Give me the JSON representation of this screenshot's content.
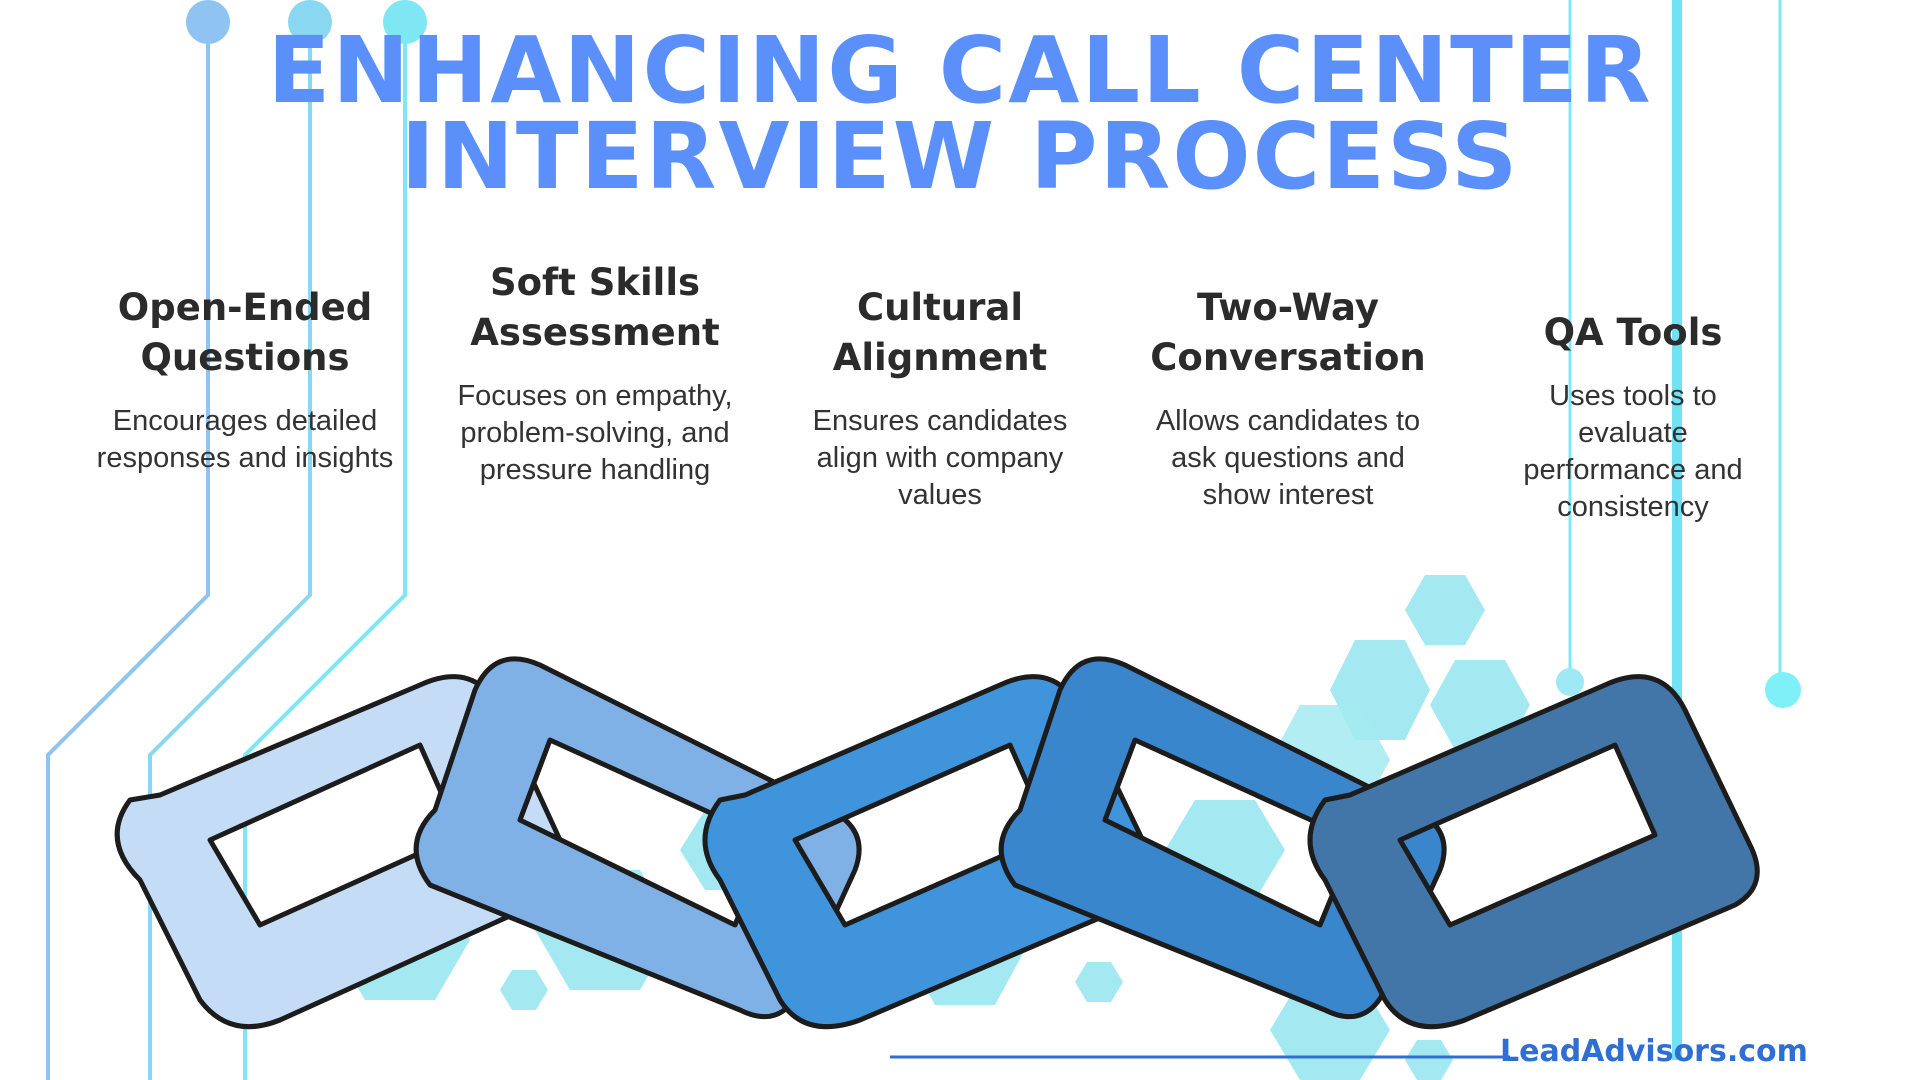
{
  "title": {
    "line1": "ENHANCING CALL CENTER",
    "line2": "INTERVIEW PROCESS"
  },
  "steps": [
    {
      "title": "Open-Ended Questions",
      "desc": "Encourages detailed responses and insights",
      "color": "#c5dcf7"
    },
    {
      "title": "Soft Skills Assessment",
      "desc": "Focuses on empathy, problem-solving, and pressure handling",
      "color": "#7fb1e6"
    },
    {
      "title": "Cultural Alignment",
      "desc": "Ensures candidates align with company values",
      "color": "#3f94dc"
    },
    {
      "title": "Two-Way Conversation",
      "desc": "Allows candidates to ask questions and show interest",
      "color": "#3a86cc"
    },
    {
      "title": "QA Tools",
      "desc": "Uses tools to evaluate performance and consistency",
      "color": "#4376a8"
    }
  ],
  "brand": "LeadAdvisors.com",
  "colors": {
    "title": "#5b8ff9",
    "accent_line": "#2f6fd1",
    "circuit": "#72ddf3",
    "hexagon": "#9ae7f0",
    "outline": "#1c1c1c"
  }
}
